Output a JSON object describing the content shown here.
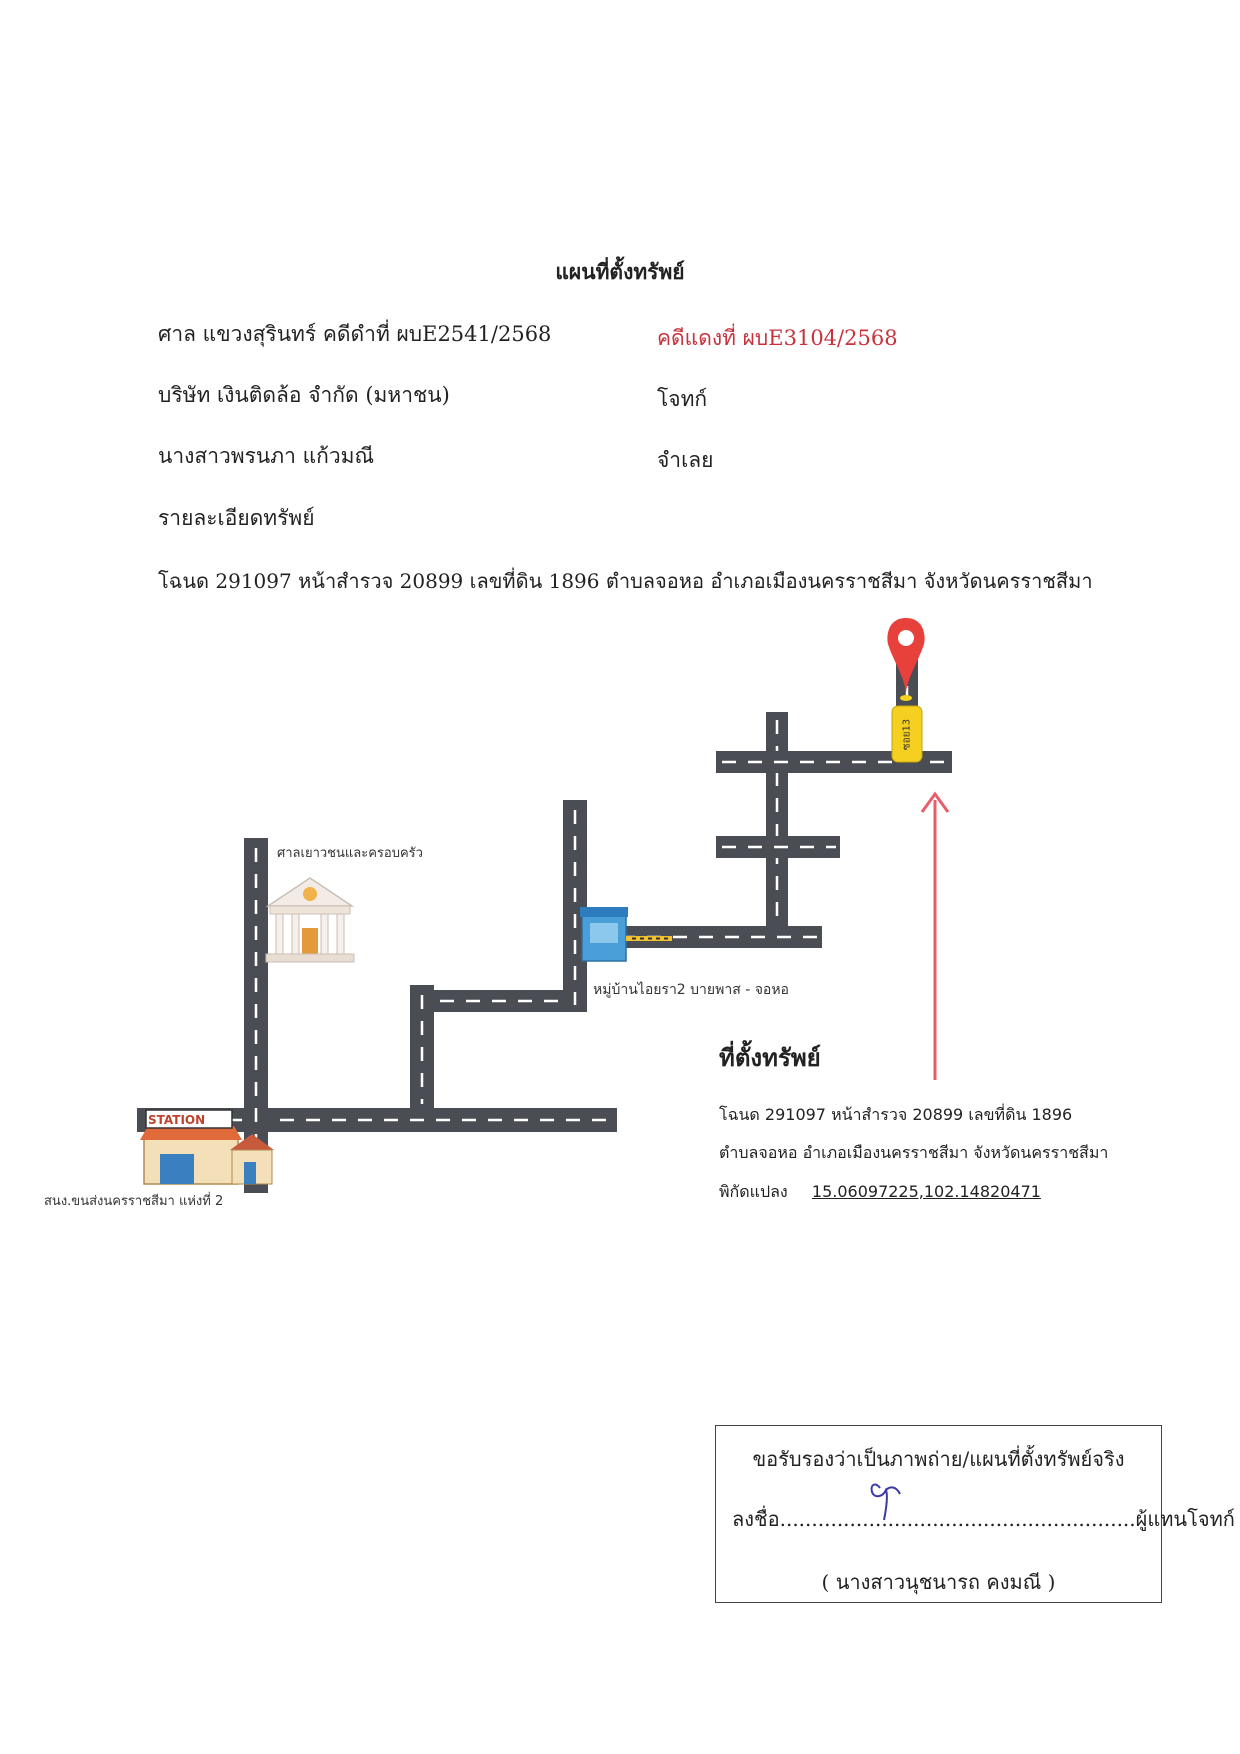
{
  "document": {
    "title": "แผนที่ตั้งทรัพย์",
    "court_case": "ศาล แขวงสุรินทร์ คดีดำที่ ผบE2541/2568",
    "red_case": "คดีแดงที่ ผบE3104/2568",
    "plaintiff_name": "บริษัท เงินติดล้อ จำกัด (มหาชน)",
    "plaintiff_role": "โจทก์",
    "defendant_name": "นางสาวพรนภา แก้วมณี",
    "defendant_role": "จำเลย",
    "property_heading": "รายละเอียดทรัพย์",
    "property_line": "โฉนด 291097 หน้าสำรวจ 20899 เลขที่ดิน 1896 ตำบลจอหอ อำเภอเมืองนครราชสีมา จังหวัดนครราชสีมา"
  },
  "map": {
    "court_label": "ศาลเยาวชนและครอบครัว",
    "village_label": "หมู่บ้านไอยรา2 บายพาส - จอหอ",
    "station_sign": "STATION",
    "station_label": "สนง.ขนส่งนครราชสีมา แห่งที่ 2",
    "soi_sign": "ซอย13",
    "location_title": "ที่ตั้งทรัพย์",
    "location_line1": "โฉนด 291097 หน้าสำรวจ 20899 เลขที่ดิน 1896",
    "location_line2": "ตำบลจอหอ อำเภอเมืองนครราชสีมา จังหวัดนครราชสีมา",
    "coords_label": "พิกัดแปลง",
    "coords_value": "15.06097225,102.14820471",
    "road_color": "#4a4d54",
    "pin_color": "#e8413b",
    "arrow_color": "#e85d6a",
    "sign_color": "#f5d020"
  },
  "certification": {
    "line1": "ขอรับรองว่าเป็นภาพถ่าย/แผนที่ตั้งทรัพย์จริง",
    "sign_prefix": "ลงชื่อ",
    "sign_dots1": "..............................",
    "sign_dots2": "..........................",
    "sign_suffix": "ผู้แทนโจทก์",
    "signer": "( นางสาวนุชนารถ คงมณี )"
  }
}
